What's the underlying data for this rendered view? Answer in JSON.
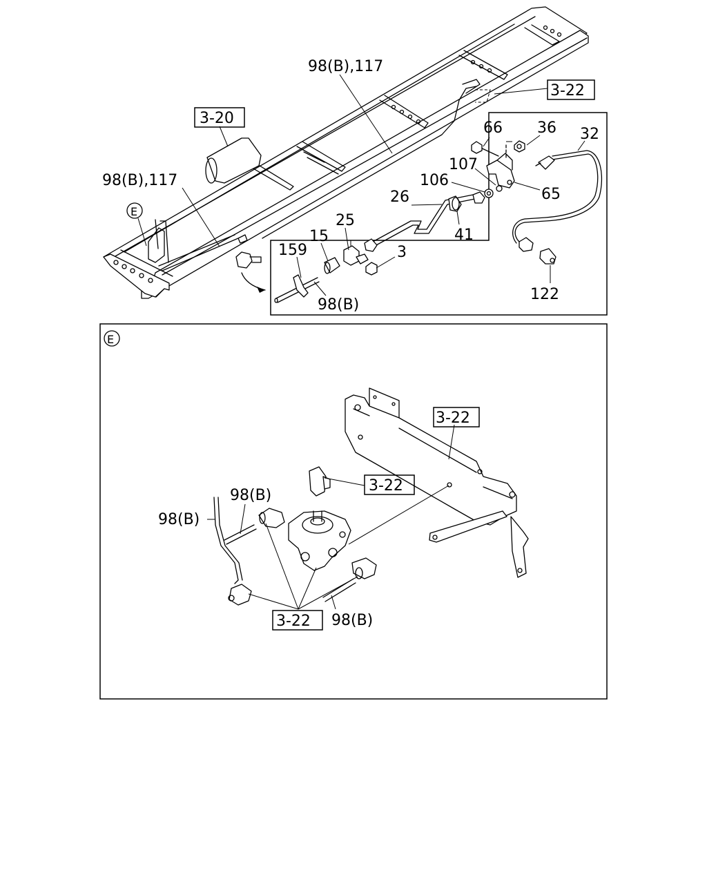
{
  "top_view": {
    "callouts": {
      "sec_3_20": "3-20",
      "sec_3_22": "3-22"
    },
    "labels": {
      "l_98b_117_top": "98(B),117",
      "l_98b_117_left": "98(B),117",
      "l_E": "E"
    }
  },
  "detail_inset": {
    "labels": {
      "l_66": "66",
      "l_36": "36",
      "l_32": "32",
      "l_107": "107",
      "l_106": "106",
      "l_65": "65",
      "l_26": "26",
      "l_41": "41",
      "l_25": "25",
      "l_15": "15",
      "l_159": "159",
      "l_3": "3",
      "l_98b": "98(B)",
      "l_122": "122"
    }
  },
  "view_e": {
    "title": "E",
    "callouts": {
      "sec_a": "3-22",
      "sec_b": "3-22",
      "sec_c": "3-22"
    },
    "labels": {
      "l_98b_a": "98(B)",
      "l_98b_b": "98(B)",
      "l_98b_c": "98(B)"
    }
  }
}
